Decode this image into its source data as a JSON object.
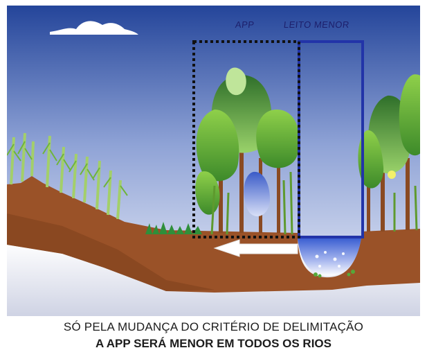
{
  "labels": {
    "app": "APP",
    "leito_menor": "LEITO MENOR"
  },
  "caption": {
    "line1": "SÓ PELA MUDANÇA DO CRITÉRIO DE DELIMITAÇÃO",
    "line2": "A APP SERÁ MENOR EM TODOS OS RIOS"
  },
  "colors": {
    "sky_top": "#24459a",
    "sky_bottom": "#f2f4fb",
    "soil": "#9a5228",
    "water": "#3f5fd0",
    "box_leito": "#2234a8",
    "box_app": "#111111"
  },
  "icons": [
    "cloud-icon",
    "left-arrow-icon"
  ]
}
